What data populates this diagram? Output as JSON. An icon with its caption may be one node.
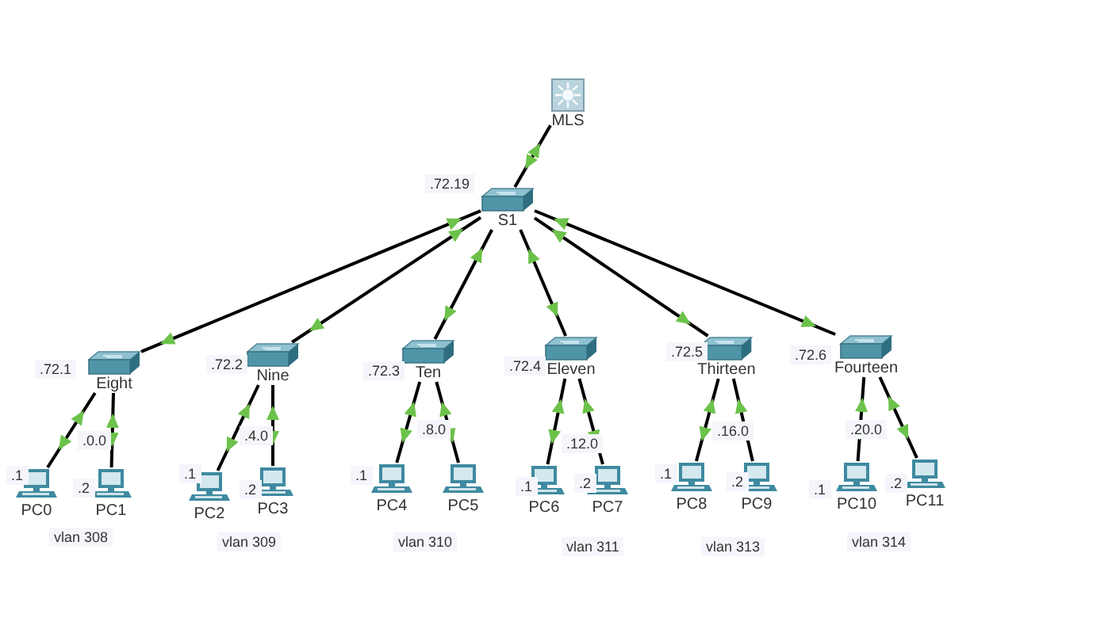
{
  "diagram": {
    "nodes": [
      {
        "text": [
          "MLS"
        ]
      },
      {
        "text": [
          "S1"
        ]
      },
      {
        "text": [
          "Eight"
        ]
      },
      {
        "text": [
          "Nine"
        ]
      },
      {
        "text": [
          "Ten"
        ]
      },
      {
        "text": [
          "Eleven"
        ]
      },
      {
        "text": [
          "Thirteen"
        ]
      },
      {
        "text": [
          "Fourteen"
        ]
      },
      {
        "text": [
          "PC0"
        ]
      },
      {
        "text": [
          "PC1"
        ]
      },
      {
        "text": [
          "PC2"
        ]
      },
      {
        "text": [
          "PC3"
        ]
      },
      {
        "text": [
          "PC4"
        ]
      },
      {
        "text": [
          "PC5"
        ]
      },
      {
        "text": [
          "PC6"
        ]
      },
      {
        "text": [
          "PC7"
        ]
      },
      {
        "text": [
          "PC8"
        ]
      },
      {
        "text": [
          "PC9"
        ]
      },
      {
        "text": [
          "PC10"
        ]
      },
      {
        "text": [
          "PC11"
        ]
      }
    ],
    "edges": [
      {
        "from": 0,
        "to": 1,
        "arrow": "both"
      },
      {
        "from": 1,
        "to": 2,
        "arrow": "both"
      },
      {
        "from": 1,
        "to": 3,
        "arrow": "both"
      },
      {
        "from": 1,
        "to": 4,
        "arrow": "both"
      },
      {
        "from": 1,
        "to": 5,
        "arrow": "both"
      },
      {
        "from": 1,
        "to": 6,
        "arrow": "both"
      },
      {
        "from": 1,
        "to": 7,
        "arrow": "both"
      },
      {
        "from": 2,
        "to": 8,
        "arrow": "both"
      },
      {
        "from": 2,
        "to": 9,
        "arrow": "both"
      },
      {
        "from": 3,
        "to": 10,
        "arrow": "both"
      },
      {
        "from": 3,
        "to": 11,
        "arrow": "both"
      },
      {
        "from": 4,
        "to": 12,
        "arrow": "both"
      },
      {
        "from": 4,
        "to": 13,
        "arrow": "both"
      },
      {
        "from": 5,
        "to": 14,
        "arrow": "both"
      },
      {
        "from": 5,
        "to": 15,
        "arrow": "both"
      },
      {
        "from": 6,
        "to": 16,
        "arrow": "both"
      },
      {
        "from": 6,
        "to": 17,
        "arrow": "both"
      },
      {
        "from": 7,
        "to": 18,
        "arrow": "both"
      },
      {
        "from": 7,
        "to": 19,
        "arrow": "both"
      }
    ],
    "labels": [
      ".72.19",
      ".72.1",
      ".72.2",
      ".72.3",
      ".72.4",
      ".72.5",
      ".72.6",
      ".0.0",
      ".4.0",
      ".8.0",
      ".12.0",
      ".16.0",
      ".20.0",
      ".1",
      ".2",
      ".1",
      ".2",
      ".1",
      ".1",
      ".2",
      ".1",
      ".2",
      ".1",
      ".2",
      "vlan 308",
      "vlan 309",
      "vlan 310",
      "vlan 311",
      "vlan 313",
      "vlan 314"
    ]
  }
}
